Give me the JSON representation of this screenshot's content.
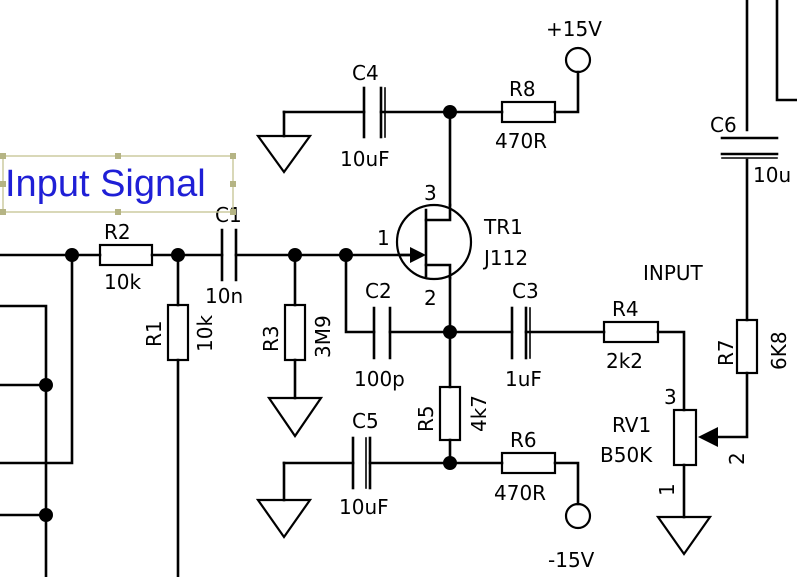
{
  "annotation": {
    "text": "Input Signal",
    "color": "#1f1fd6",
    "selected": true
  },
  "power": {
    "positive": "+15V",
    "negative": "-15V"
  },
  "net_labels": {
    "input": "INPUT"
  },
  "components": {
    "C1": {
      "ref": "C1",
      "value": "10n"
    },
    "C2": {
      "ref": "C2",
      "value": "100p"
    },
    "C3": {
      "ref": "C3",
      "value": "1uF"
    },
    "C4": {
      "ref": "C4",
      "value": "10uF"
    },
    "C5": {
      "ref": "C5",
      "value": "10uF"
    },
    "C6": {
      "ref": "C6",
      "value": "10u"
    },
    "R1": {
      "ref": "R1",
      "value": "10k"
    },
    "R2": {
      "ref": "R2",
      "value": "10k"
    },
    "R3": {
      "ref": "R3",
      "value": "3M9"
    },
    "R4": {
      "ref": "R4",
      "value": "2k2"
    },
    "R5": {
      "ref": "R5",
      "value": "4k7"
    },
    "R6": {
      "ref": "R6",
      "value": "470R"
    },
    "R7": {
      "ref": "R7",
      "value": "6K8"
    },
    "R8": {
      "ref": "R8",
      "value": "470R"
    },
    "TR1": {
      "ref": "TR1",
      "value": "J112",
      "pins": {
        "gate": "1",
        "source": "2",
        "drain": "3"
      }
    },
    "RV1": {
      "ref": "RV1",
      "value": "B50K",
      "pins": {
        "end_top": "3",
        "end_bottom": "1",
        "wiper": "2"
      }
    }
  }
}
